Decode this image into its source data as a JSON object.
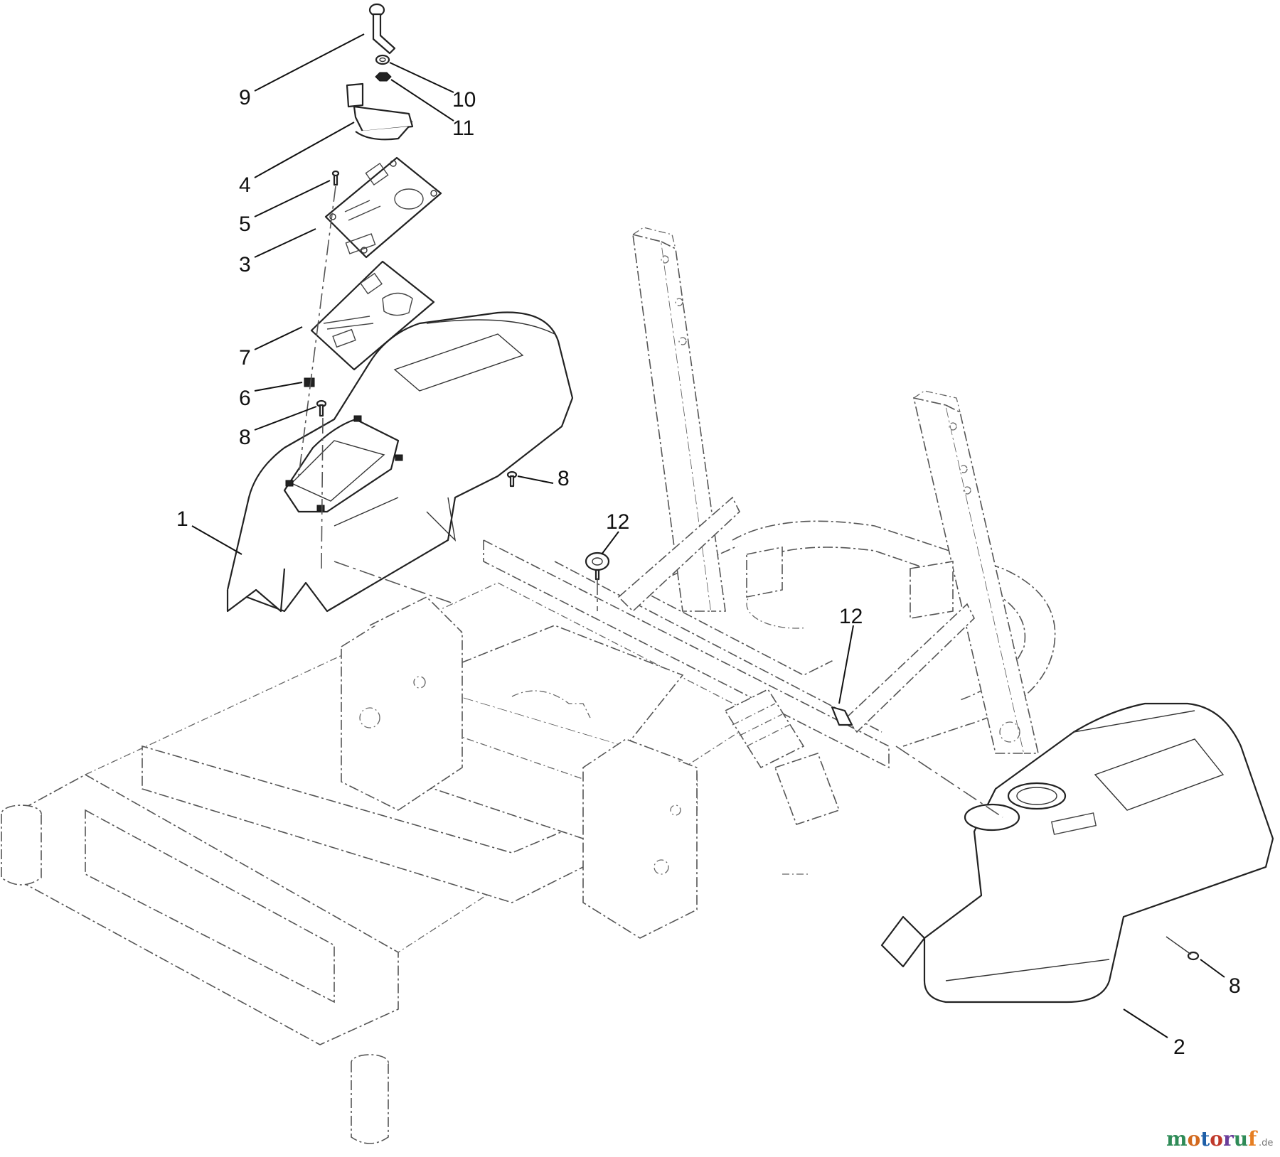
{
  "diagram": {
    "callouts": [
      {
        "id": "c9",
        "label": "9"
      },
      {
        "id": "c10",
        "label": "10"
      },
      {
        "id": "c11",
        "label": "11"
      },
      {
        "id": "c4",
        "label": "4"
      },
      {
        "id": "c5",
        "label": "5"
      },
      {
        "id": "c3",
        "label": "3"
      },
      {
        "id": "c7",
        "label": "7"
      },
      {
        "id": "c6",
        "label": "6"
      },
      {
        "id": "c8a",
        "label": "8"
      },
      {
        "id": "c8b",
        "label": "8"
      },
      {
        "id": "c1",
        "label": "1"
      },
      {
        "id": "c12a",
        "label": "12"
      },
      {
        "id": "c12b",
        "label": "12"
      },
      {
        "id": "c8c",
        "label": "8"
      },
      {
        "id": "c2",
        "label": "2"
      }
    ]
  },
  "watermark": {
    "brand": "motoruf",
    "suffix": ".de",
    "colors": [
      "#2e8b57",
      "#d2691e",
      "#1e5fa8",
      "#c0392b",
      "#6a3d9a",
      "#2e8b57",
      "#e67e22"
    ]
  }
}
